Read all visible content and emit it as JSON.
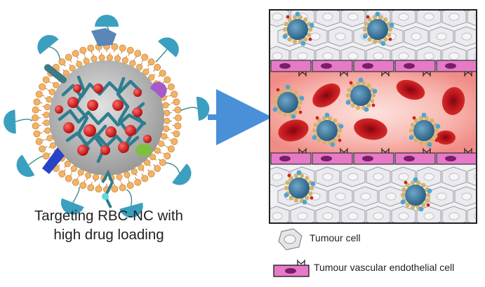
{
  "caption": {
    "line1": "Targeting RBC-NC with",
    "line2": "high drug loading"
  },
  "legend": {
    "tumour_cell": "Tumour cell",
    "endothelial_cell": "Tumour vascular endothelial cell"
  },
  "colors": {
    "lipid_head": "#f4b267",
    "core": "#bdbdbd",
    "drug": "#d61e1e",
    "polymer": "#2e7d8f",
    "ligand": "#3b9fc0",
    "arrow": "#4a90d9",
    "vessel_lumen": "#f7b4ad",
    "rbc": "#c0131a",
    "endothelial": "#e77ac7",
    "nucleus": "#7a1d6a",
    "tumour_cell": "#e4e4ea"
  }
}
